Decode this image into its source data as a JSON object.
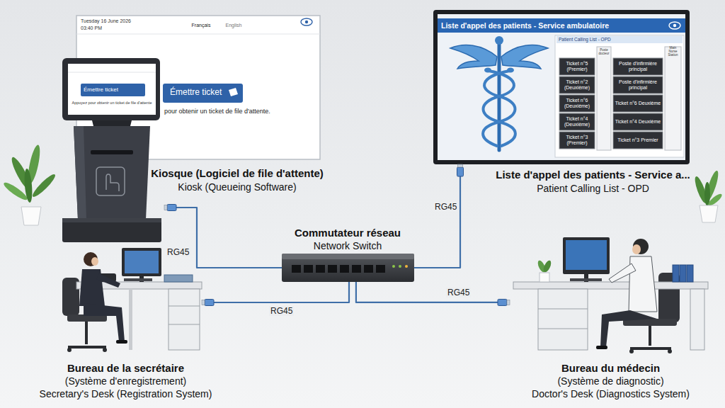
{
  "diagram": {
    "nodes": [
      {
        "text": [
          "Kiosque (Logiciel de file d'attente)",
          "Kiosk (Queueing Software)"
        ]
      },
      {
        "text": [
          "Liste d'appel des patients - Service a...",
          "Patient Calling List - OPD"
        ]
      },
      {
        "text": [
          "Commutateur réseau",
          "Network Switch"
        ]
      },
      {
        "text": [
          "Bureau de la secrétaire",
          "(Système d'enregistrement)",
          "Secretary's Desk (Registration System)"
        ]
      },
      {
        "text": [
          "Bureau du médecin",
          "(Système de diagnostic)",
          "Doctor's Desk (Diagnostics System)"
        ]
      }
    ],
    "edges": [
      {
        "from": 2,
        "to": 0,
        "arrow": "none",
        "label": "RG45"
      },
      {
        "from": 2,
        "to": 1,
        "arrow": "none",
        "label": "RG45"
      },
      {
        "from": 2,
        "to": 3,
        "arrow": "none",
        "label": "RG45"
      },
      {
        "from": 2,
        "to": 4,
        "arrow": "none",
        "label": "RG45"
      }
    ],
    "labels": [
      "Tuesday 16 June 2026",
      "03:40 PM",
      "Français",
      "English",
      "Émettre ticket",
      "pour obtenir un ticket de file d'attente.",
      "Émettre ticket",
      "Appuyez pour obtenir un ticket de file d'attente",
      "Liste d'appel des patients - Service ambulatoire",
      "Patient Calling List - OPD",
      "Poste docteur",
      "Main Nurse Station",
      "Ticket n°5 (Premier)",
      "Poste d'infirmière principal",
      "Ticket n°2 (Deuxième)",
      "Poste d'infirmière principal",
      "Ticket n°6 (Deuxième)",
      "Ticket n°6 Deuxième",
      "Ticket n°4 (Deuxième)",
      "Ticket n°4 Deuxième",
      "Ticket n°3 (Premier)",
      "Ticket n°3 Premier"
    ]
  }
}
